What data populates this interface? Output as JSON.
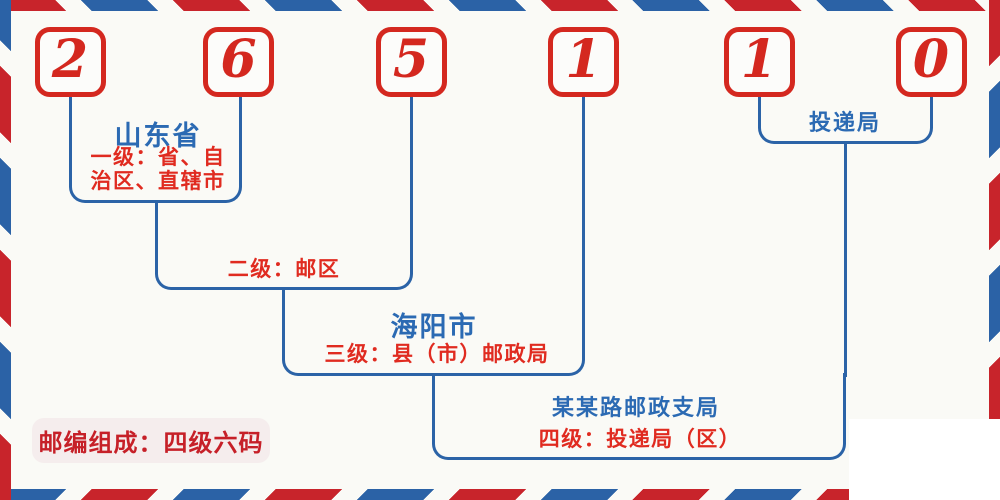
{
  "postal_code": {
    "digits": [
      "2",
      "6",
      "5",
      "1",
      "1",
      "0"
    ]
  },
  "labels": {
    "level1": {
      "region": "山东省",
      "desc_line1": "一级：省、自",
      "desc_line2": "治区、直辖市"
    },
    "level2": {
      "desc": "二级：邮区"
    },
    "level3": {
      "region": "海阳市",
      "desc": "三级：县（市）邮政局"
    },
    "level4": {
      "region": "某某路邮政支局",
      "desc": "四级：投递局（区）"
    },
    "delivery_office": {
      "label": "投递局"
    }
  },
  "note": {
    "text": "邮编组成：四级六码"
  },
  "colors": {
    "background": "#fafaf6",
    "stripe_red": "#c8242b",
    "stripe_blue": "#2b62a6",
    "digit_red": "#d4281f",
    "label_red": "#e02b20",
    "label_blue": "#2b6ab3",
    "line_blue": "#2b63a7",
    "note_bg": "#f5eded",
    "note_text": "#c62028"
  }
}
